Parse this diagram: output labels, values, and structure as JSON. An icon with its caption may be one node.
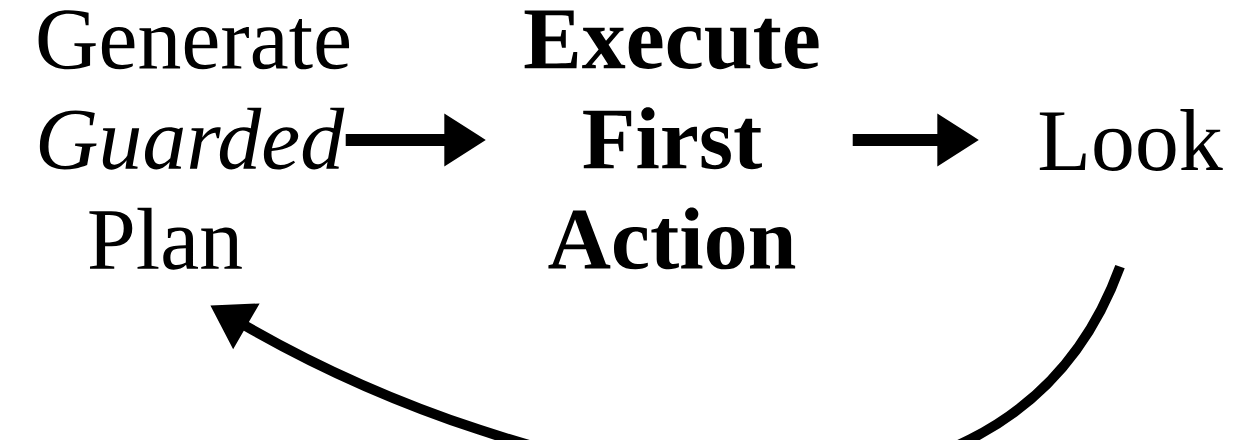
{
  "diagram": {
    "nodes": [
      {
        "text": [
          "Generate *Guarded* Plan"
        ]
      },
      {
        "text": [
          "Execute First Action"
        ]
      },
      {
        "text": [
          "Look"
        ]
      }
    ],
    "edges": [
      {
        "from": 0,
        "to": 1,
        "arrow": "to"
      },
      {
        "from": 1,
        "to": 2,
        "arrow": "to"
      },
      {
        "from": 2,
        "to": 0,
        "arrow": "to"
      }
    ]
  }
}
